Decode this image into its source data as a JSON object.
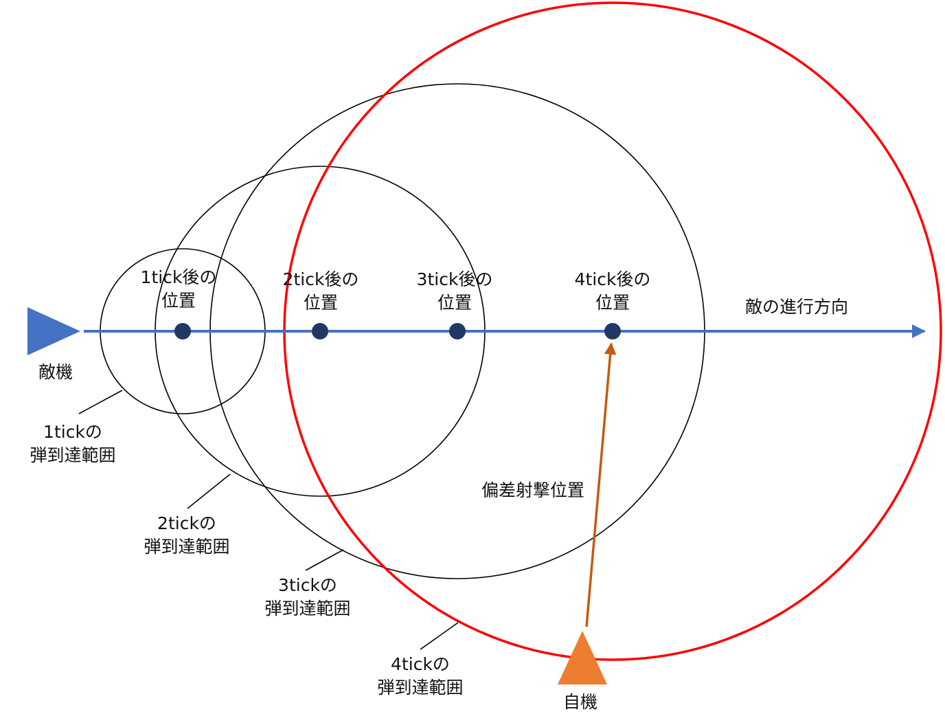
{
  "enemy": {
    "label": "敵機",
    "color": "#4472C4"
  },
  "own": {
    "label": "自機",
    "color": "#ED7D31"
  },
  "direction_label": "敵の進行方向",
  "lead_label": "偏差射撃位置",
  "positions": [
    {
      "line1": "1tick後の",
      "line2": "位置"
    },
    {
      "line1": "2tick後の",
      "line2": "位置"
    },
    {
      "line1": "3tick後の",
      "line2": "位置"
    },
    {
      "line1": "4tick後の",
      "line2": "位置"
    }
  ],
  "ranges": [
    {
      "line1": "1tickの",
      "line2": "弾到達範囲"
    },
    {
      "line1": "2tickの",
      "line2": "弾到達範囲"
    },
    {
      "line1": "3tickの",
      "line2": "弾到達範囲"
    },
    {
      "line1": "4tickの",
      "line2": "弾到達範囲"
    }
  ],
  "colors": {
    "path_line": "#4472C4",
    "dot": "#1F3864",
    "range_circle": "#000000",
    "highlight_circle": "#FF0000",
    "lead_arrow": "#C55A11"
  }
}
